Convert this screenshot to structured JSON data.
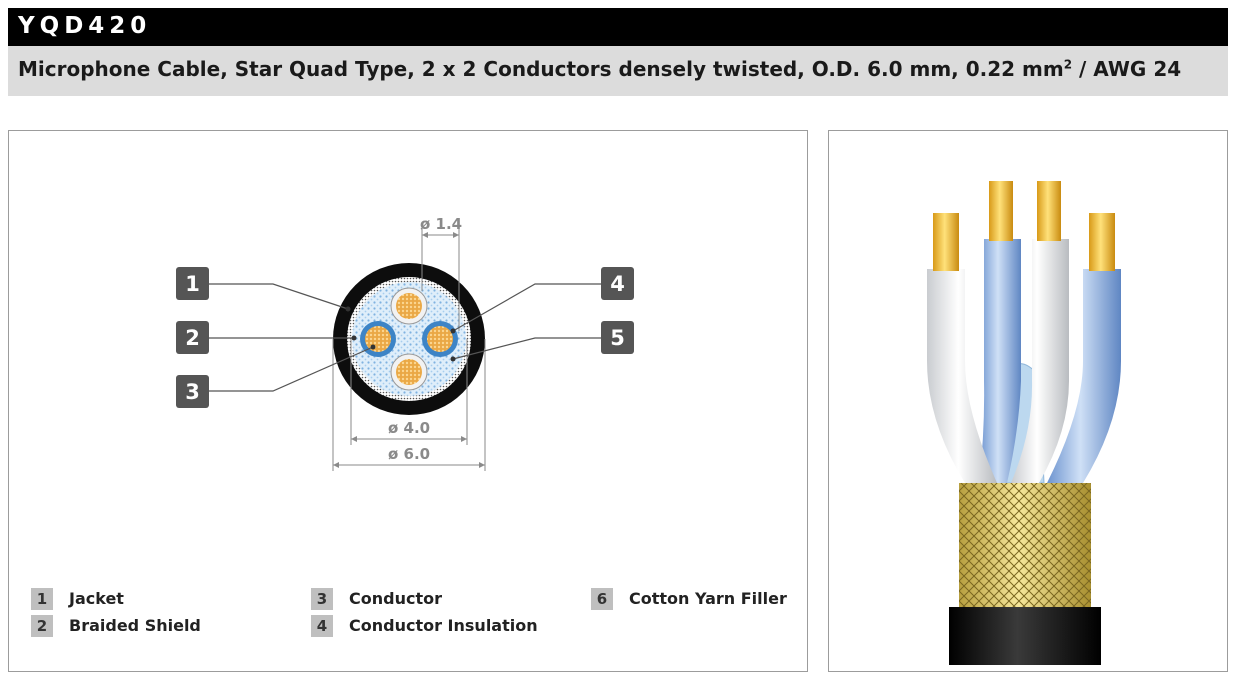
{
  "header": {
    "model": "YQD420",
    "description": "Microphone Cable, Star Quad Type, 2 x 2 Conductors densely twisted, O.D. 6.0 mm, 0.22 mm",
    "superscript": "2",
    "description_suffix": " / AWG 24"
  },
  "diagram": {
    "dimension_conductor": "ø 1.4",
    "dimension_inner": "ø 4.0",
    "dimension_outer": "ø 6.0",
    "callouts": [
      "1",
      "2",
      "3",
      "4",
      "5"
    ]
  },
  "legend": [
    {
      "num": "1",
      "label": "Jacket"
    },
    {
      "num": "2",
      "label": "Braided Shield"
    },
    {
      "num": "3",
      "label": "Conductor"
    },
    {
      "num": "4",
      "label": "Conductor Insulation"
    },
    {
      "num": "6",
      "label": "Cotton Yarn Filler"
    }
  ],
  "colors": {
    "title_bg": "#000000",
    "subtitle_bg": "#dcdcdc",
    "callout_bg": "#555555",
    "conductor_copper": "#e8a53a",
    "insulation_blue": "#3d84c6",
    "jacket": "#0d0d0d",
    "braid_gold": "#e6d070"
  }
}
